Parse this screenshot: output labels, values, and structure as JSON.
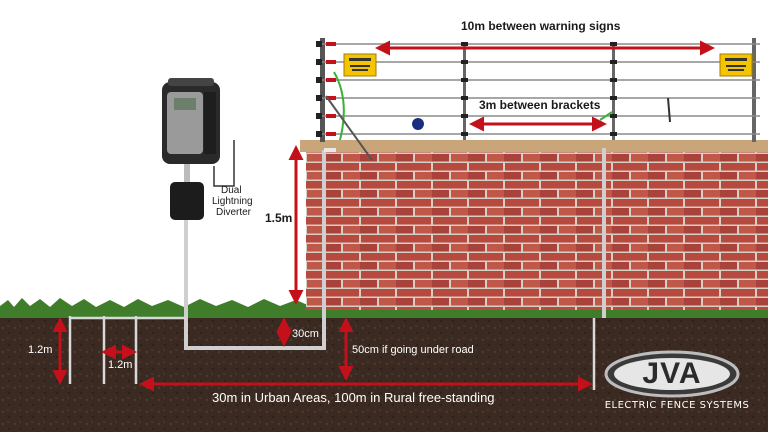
{
  "labels": {
    "warning_signs": "10m between warning signs",
    "brackets": "3m between brackets",
    "diverter_line1": "Dual",
    "diverter_line2": "Lightning",
    "diverter_line3": "Diverter",
    "height": "1.5m",
    "depth": "30cm",
    "road": "50cm if going under road",
    "earth_depth": "1.2m",
    "earth_spacing": "1.2m",
    "distance": "30m in Urban Areas, 100m in Rural free-standing"
  },
  "logo": {
    "word": "JVA",
    "subtitle": "ELECTRIC FENCE SYSTEMS"
  },
  "colors": {
    "arrow": "#c4101a",
    "brick": "#b8493e",
    "soil": "#3a2a22",
    "grass": "#3f7d2a",
    "cap": "#c9a57a",
    "sign": "#f5c400"
  }
}
